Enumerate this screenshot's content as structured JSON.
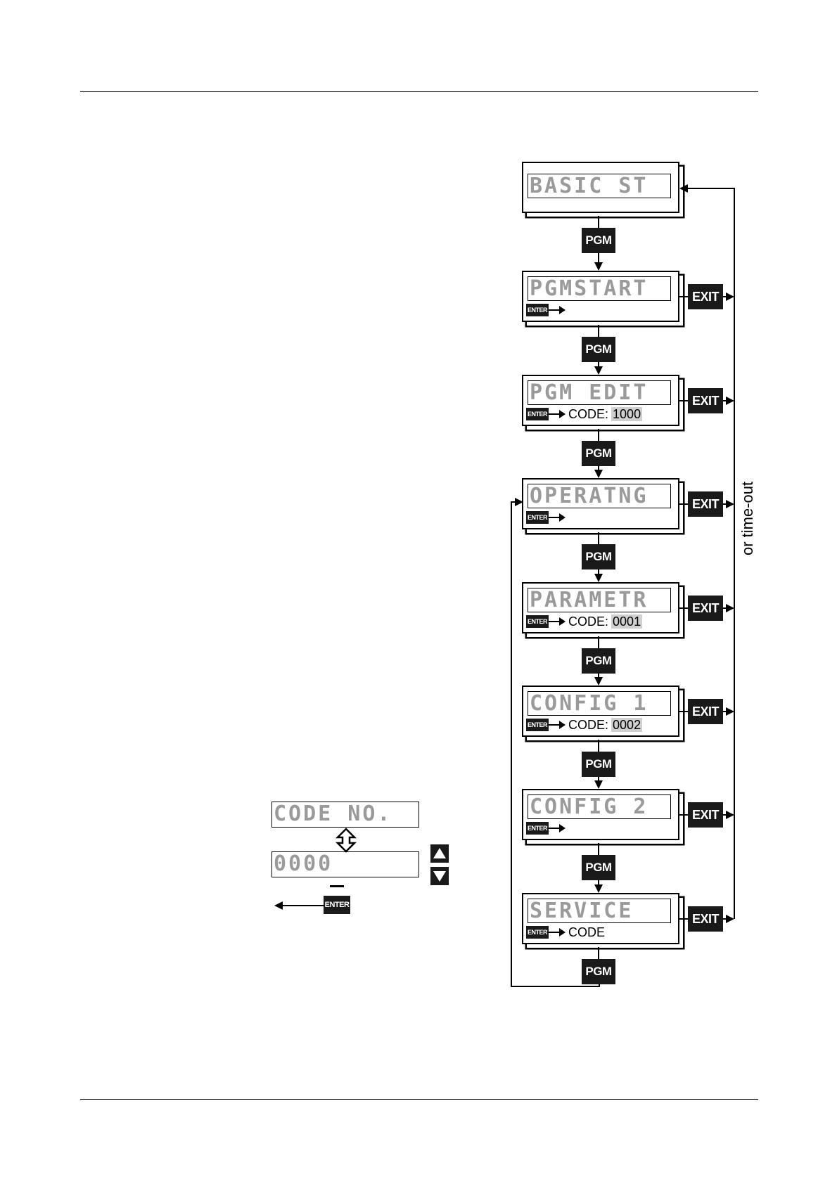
{
  "diagram": {
    "displays": [
      {
        "text": "BASIC ST",
        "enter": false,
        "code_label": "",
        "code": ""
      },
      {
        "text": "PGMSTART",
        "enter": true,
        "code_label": "",
        "code": ""
      },
      {
        "text": "PGM EDIT",
        "enter": true,
        "code_label": "CODE:",
        "code": "1000"
      },
      {
        "text": "OPERATNG",
        "enter": true,
        "code_label": "",
        "code": ""
      },
      {
        "text": "PARAMETR",
        "enter": true,
        "code_label": "CODE:",
        "code": "0001"
      },
      {
        "text": "CONFIG 1",
        "enter": true,
        "code_label": "CODE:",
        "code": "0002"
      },
      {
        "text": "CONFIG 2",
        "enter": true,
        "code_label": "",
        "code": ""
      },
      {
        "text": "SERVICE",
        "enter": true,
        "code_label": "CODE",
        "code": ""
      }
    ],
    "pgm_label": "PGM",
    "exit_label": "EXIT",
    "enter_label": "ENTER",
    "timeout_label": "or time-out"
  },
  "code_entry": {
    "title_display": "CODE NO.",
    "value_display": "0000",
    "enter_label": "ENTER"
  }
}
